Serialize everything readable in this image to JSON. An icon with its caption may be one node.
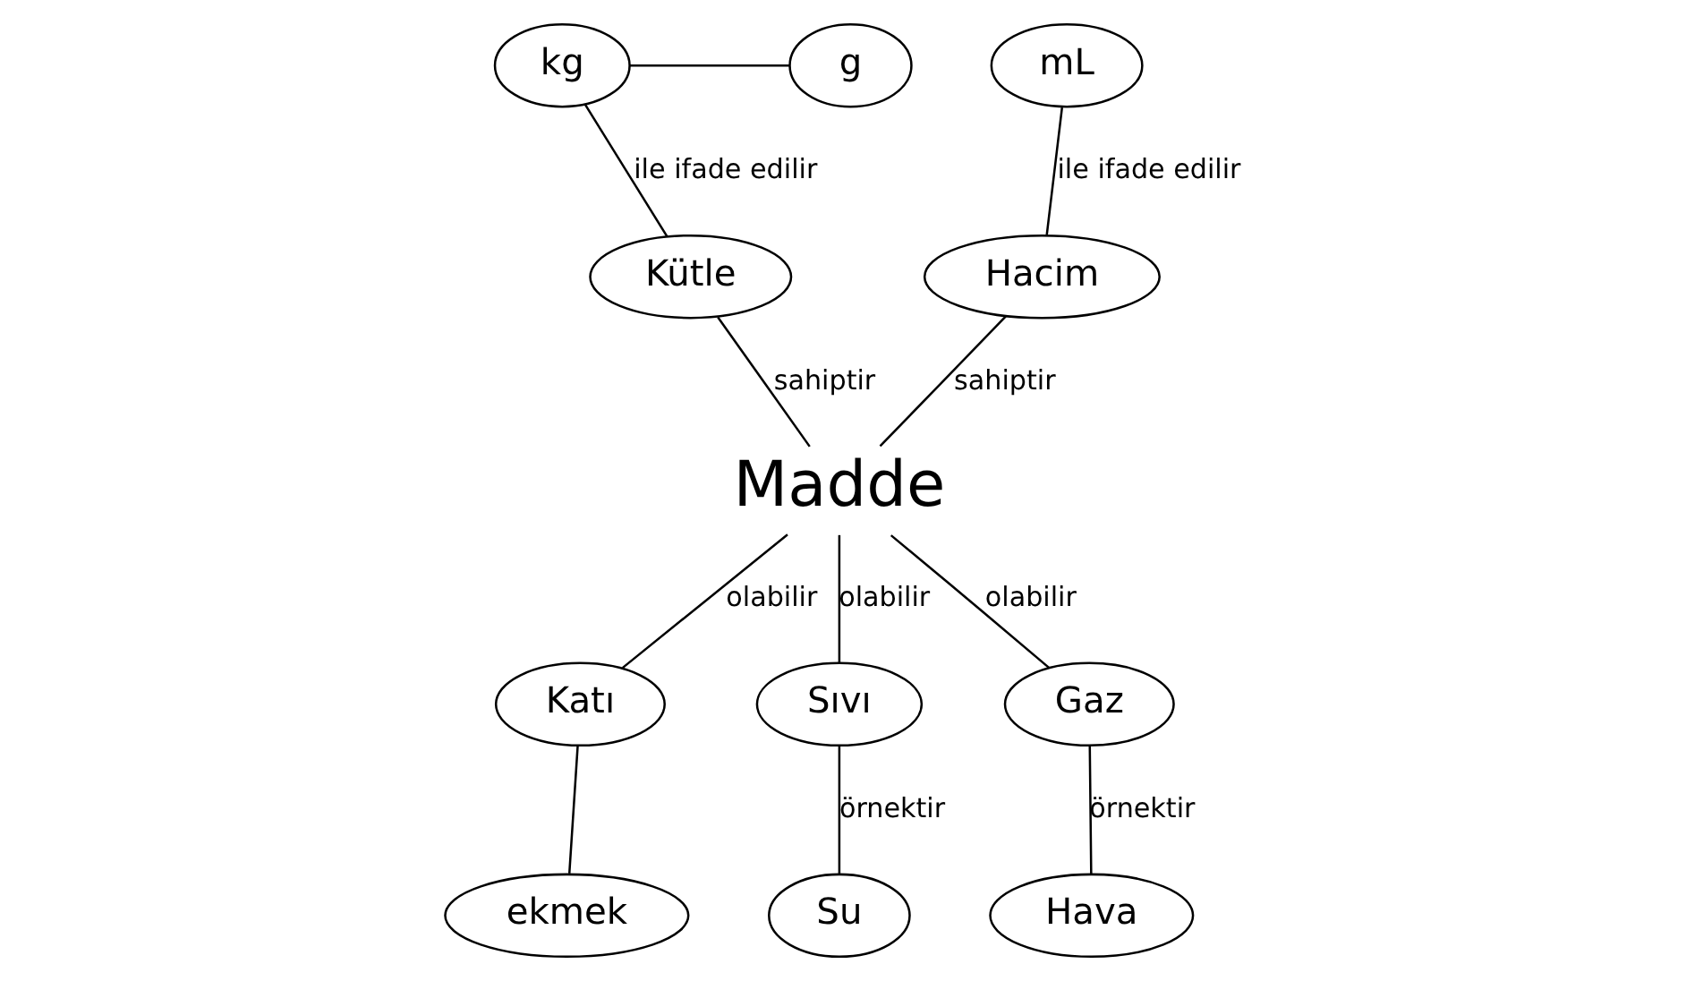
{
  "diagram": {
    "nodes": [
      {
        "text": [
          "kg"
        ]
      },
      {
        "text": [
          "g"
        ]
      },
      {
        "text": [
          "mL"
        ]
      },
      {
        "text": [
          "Kütle"
        ]
      },
      {
        "text": [
          "Hacim"
        ]
      },
      {
        "text": [
          "Madde"
        ]
      },
      {
        "text": [
          "Katı"
        ]
      },
      {
        "text": [
          "Sıvı"
        ]
      },
      {
        "text": [
          "Gaz"
        ]
      },
      {
        "text": [
          "ekmek"
        ]
      },
      {
        "text": [
          "Su"
        ]
      },
      {
        "text": [
          "Hava"
        ]
      }
    ],
    "edges": [
      {
        "from": 0,
        "to": 1,
        "arrow": "none"
      },
      {
        "from": 0,
        "to": 3,
        "arrow": "none",
        "label": "ile ifade edilir"
      },
      {
        "from": 2,
        "to": 4,
        "arrow": "none",
        "label": "ile ifade edilir"
      },
      {
        "from": 3,
        "to": 5,
        "arrow": "none",
        "label": "sahiptir"
      },
      {
        "from": 4,
        "to": 5,
        "arrow": "none",
        "label": "sahiptir"
      },
      {
        "from": 5,
        "to": 6,
        "arrow": "none",
        "label": "olabilir"
      },
      {
        "from": 5,
        "to": 7,
        "arrow": "none",
        "label": "olabilir"
      },
      {
        "from": 5,
        "to": 8,
        "arrow": "none",
        "label": "olabilir"
      },
      {
        "from": 6,
        "to": 9,
        "arrow": "none"
      },
      {
        "from": 7,
        "to": 10,
        "arrow": "none",
        "label": "örnektir"
      },
      {
        "from": 8,
        "to": 11,
        "arrow": "none",
        "label": "örnektir"
      }
    ]
  }
}
